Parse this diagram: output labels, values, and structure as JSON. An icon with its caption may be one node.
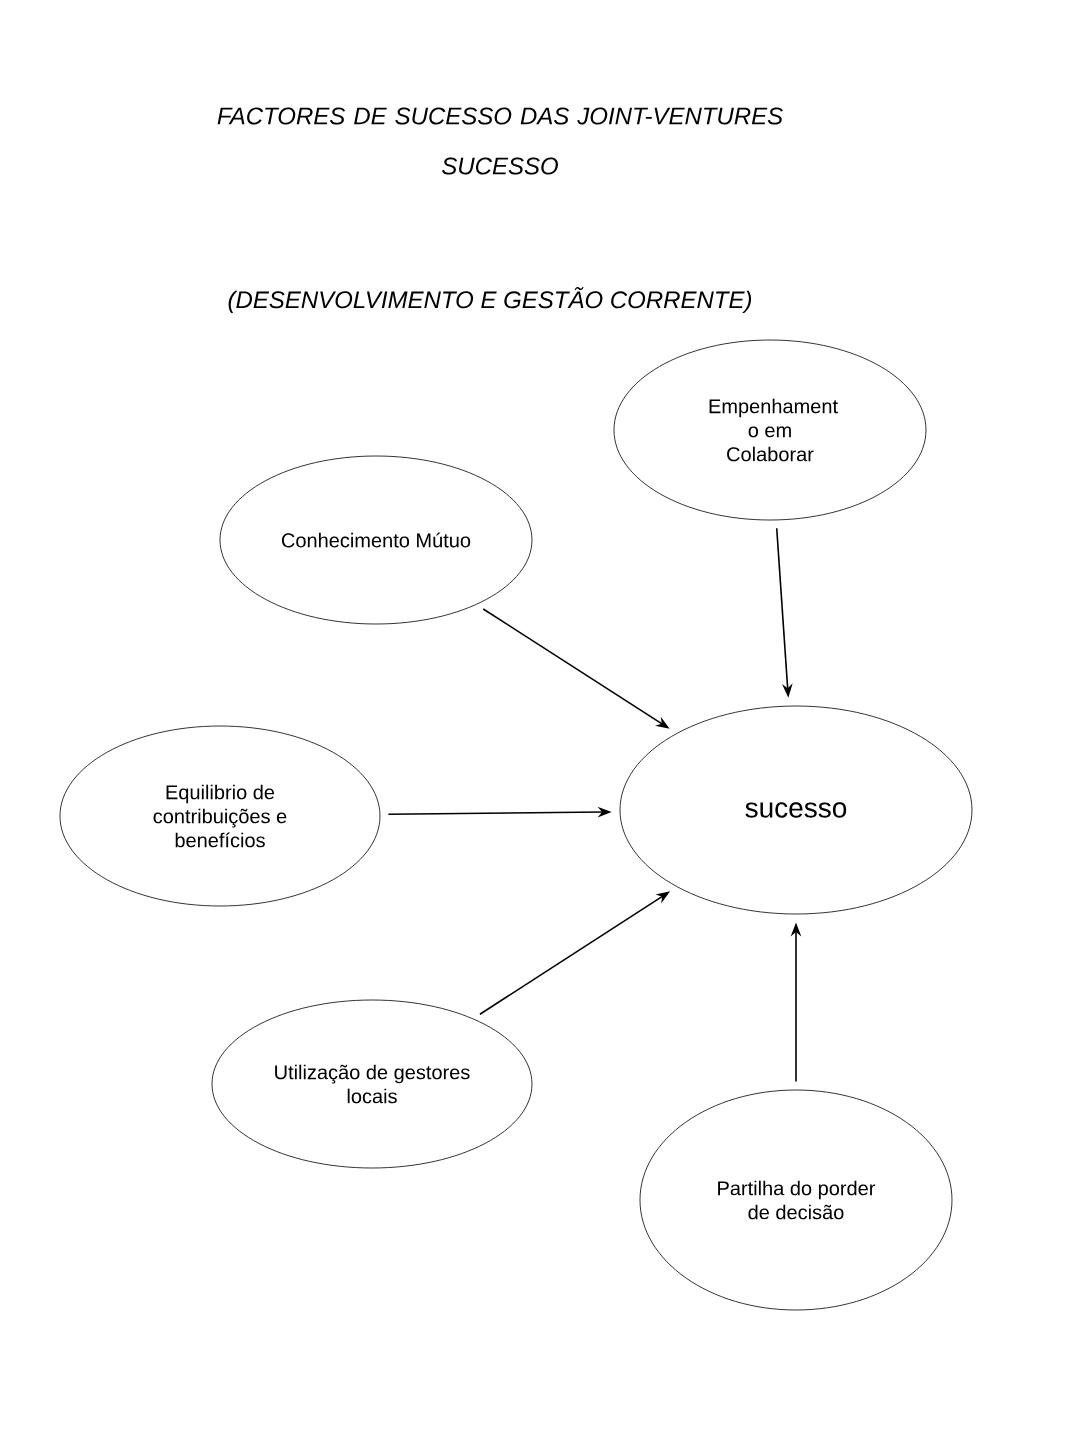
{
  "diagram": {
    "title": "FACTORES DE SUCESSO DAS JOINT-VENTURES",
    "nodes": [
      {
        "text": [
          "Empenhament o em Colaborar"
        ]
      },
      {
        "text": [
          "Conhecimento Mútuo"
        ]
      },
      {
        "text": [
          "Equilibrio de contribuições e benefícios"
        ]
      },
      {
        "text": [
          "sucesso"
        ]
      },
      {
        "text": [
          "Utilização de gestores locais"
        ]
      },
      {
        "text": [
          "Partilha do porder de decisão"
        ]
      }
    ],
    "edges": [
      {
        "from": 0,
        "to": 3,
        "arrow": "to"
      },
      {
        "from": 1,
        "to": 3,
        "arrow": "to"
      },
      {
        "from": 2,
        "to": 3,
        "arrow": "to"
      },
      {
        "from": 4,
        "to": 3,
        "arrow": "to"
      },
      {
        "from": 5,
        "to": 3,
        "arrow": "to"
      }
    ],
    "labels": [
      "SUCESSO",
      "(DESENVOLVIMENTO E GESTÃO CORRENTE)"
    ]
  }
}
